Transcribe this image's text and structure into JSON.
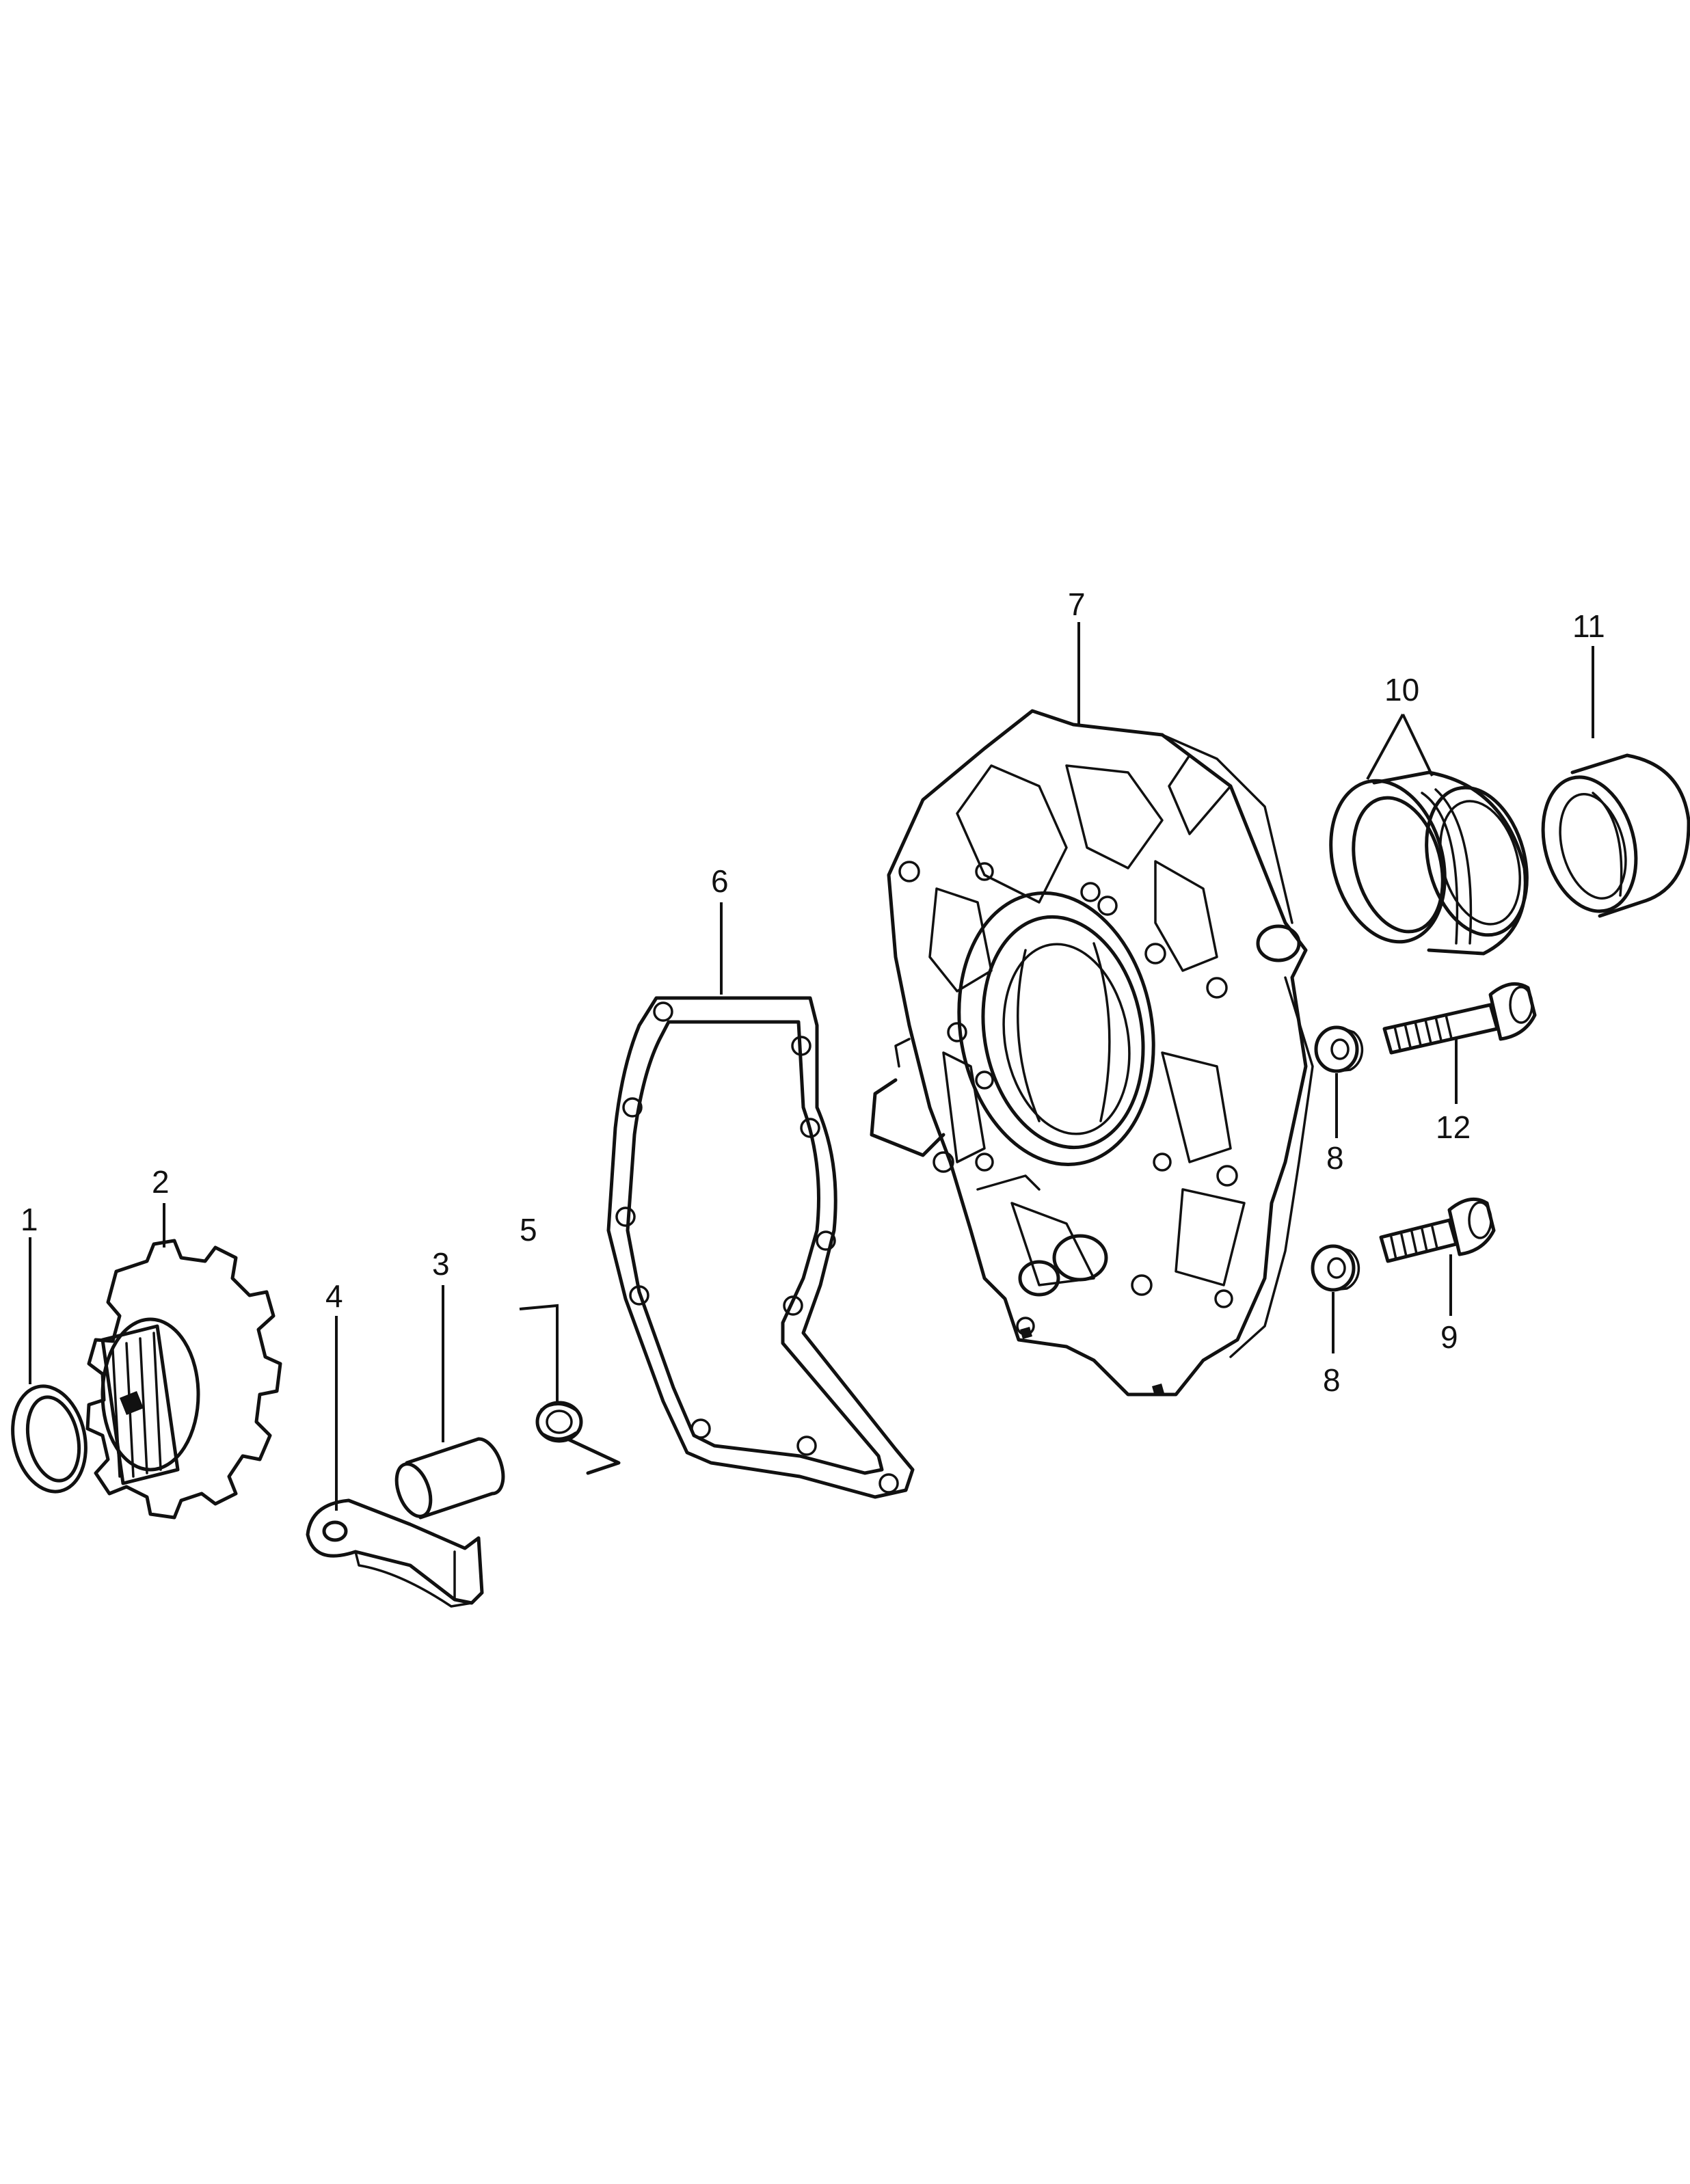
{
  "callouts": {
    "p1": "1",
    "p2": "2",
    "p3": "3",
    "p4": "4",
    "p5": "5",
    "p6": "6",
    "p7": "7",
    "p8a": "8",
    "p8b": "8",
    "p9": "9",
    "p10": "10",
    "p11": "11",
    "p12": "12"
  },
  "colors": {
    "line": "#111111",
    "background": "#ffffff"
  }
}
